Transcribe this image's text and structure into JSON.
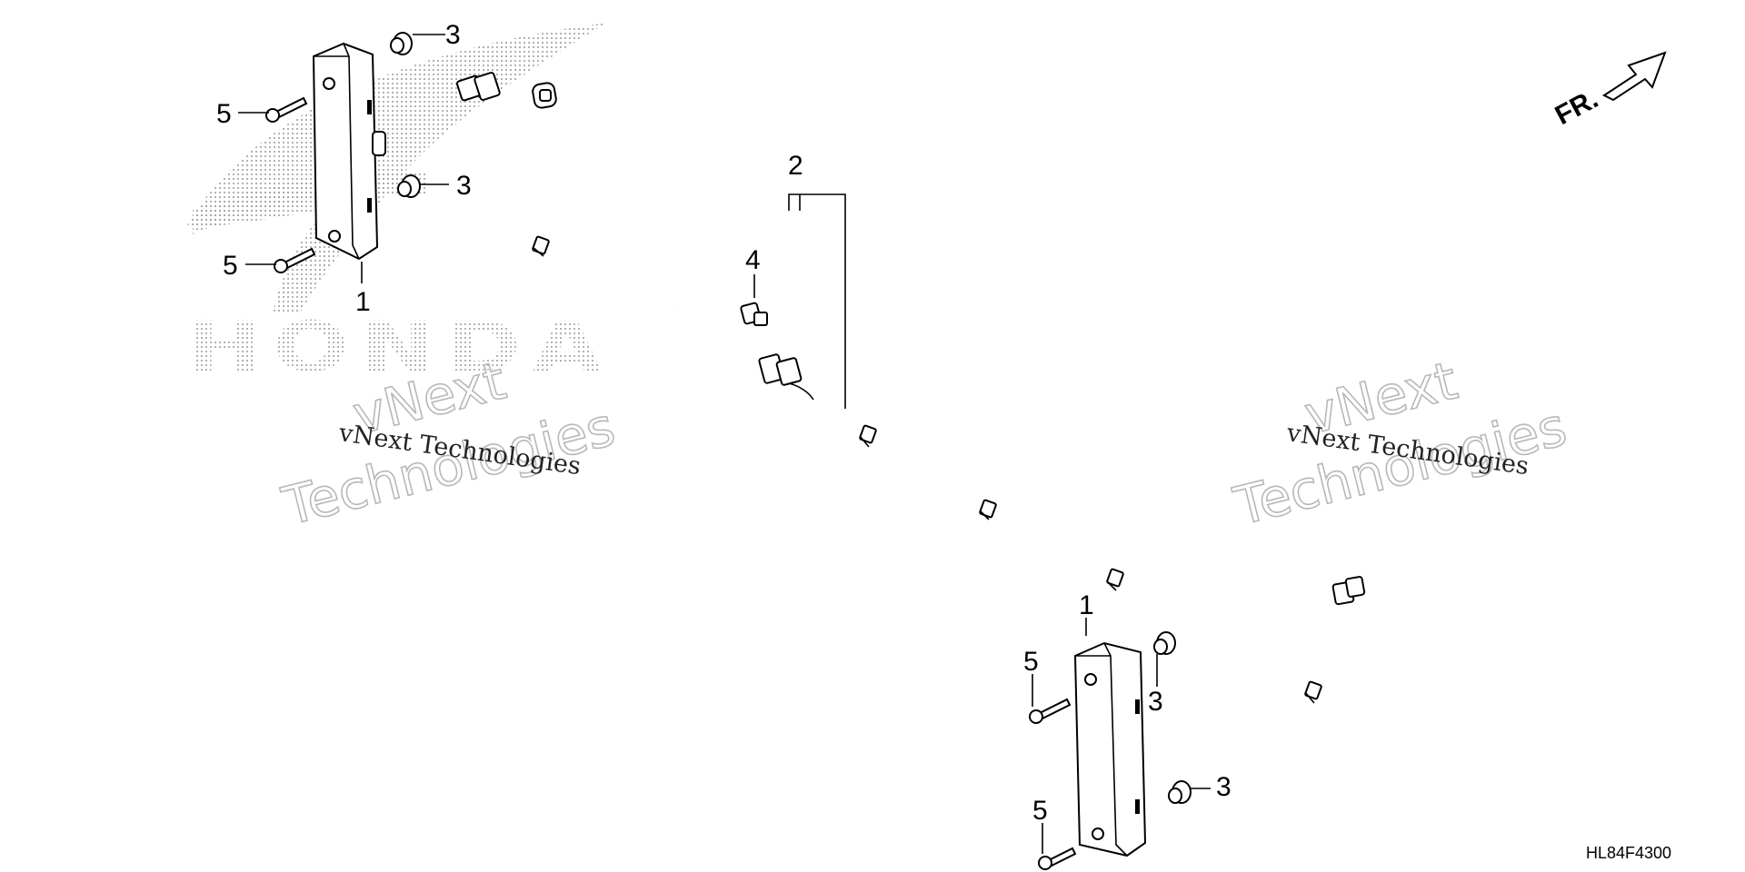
{
  "diagram": {
    "callouts": {
      "lamp_left": "1",
      "lamp_right": "1",
      "harness": "2",
      "collar_1": "3",
      "collar_2": "3",
      "collar_3": "3",
      "collar_4": "3",
      "clip": "4",
      "bolt_1": "5",
      "bolt_2": "5",
      "bolt_3": "5",
      "bolt_4": "5"
    },
    "direction_label": "FR.",
    "diagram_code": "HL84F4300",
    "brand_logo_text": "HONDA",
    "watermark": {
      "line_small": "vNext Technologies",
      "line_big_1": "vNext",
      "line_big_2": "Technologies"
    }
  },
  "colors": {
    "ink": "#000000",
    "watermark_outline": "#b8b8b8",
    "logo_dots": "#9a9a9a",
    "background": "#ffffff"
  }
}
